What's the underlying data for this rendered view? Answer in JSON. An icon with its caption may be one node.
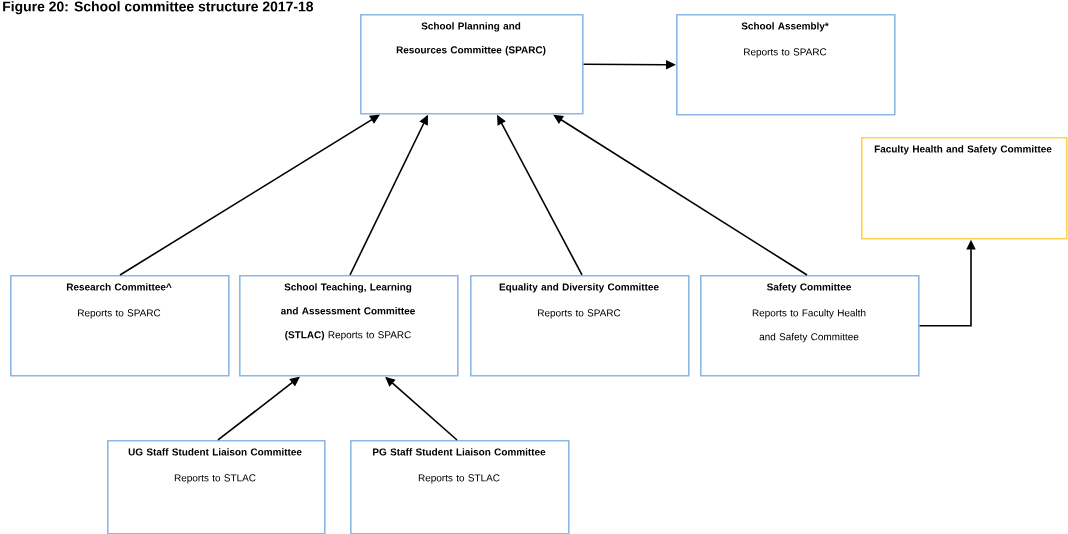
{
  "diagram": {
    "title": "Figure 20: School committee structure 2017-18",
    "nodes": [
      {
        "text": [
          "School Planning and Resources Committee (SPARC)"
        ]
      },
      {
        "text": [
          "School Assembly*",
          "Reports to SPARC"
        ]
      },
      {
        "text": [
          "Faculty Health and Safety Committee"
        ]
      },
      {
        "text": [
          "Research Committee^",
          "Reports to SPARC"
        ]
      },
      {
        "text": [
          "School Teaching, Learning and Assessment Committee (STLAC)",
          "Reports to SPARC"
        ]
      },
      {
        "text": [
          "Equality and Diversity Committee",
          "Reports to SPARC"
        ]
      },
      {
        "text": [
          "Safety Committee",
          "Reports to Faculty Health and Safety Committee"
        ]
      },
      {
        "text": [
          "UG Staff Student Liaison Committee",
          "Reports to STLAC"
        ]
      },
      {
        "text": [
          "PG Staff Student Liaison Committee",
          "Reports to STLAC"
        ]
      }
    ],
    "edges": [
      {
        "from": 0,
        "to": 1,
        "arrow": "to"
      },
      {
        "from": 3,
        "to": 0,
        "arrow": "to"
      },
      {
        "from": 4,
        "to": 0,
        "arrow": "to"
      },
      {
        "from": 5,
        "to": 0,
        "arrow": "to"
      },
      {
        "from": 6,
        "to": 0,
        "arrow": "to"
      },
      {
        "from": 6,
        "to": 2,
        "arrow": "to"
      },
      {
        "from": 7,
        "to": 4,
        "arrow": "to"
      },
      {
        "from": 8,
        "to": 4,
        "arrow": "to"
      }
    ]
  }
}
